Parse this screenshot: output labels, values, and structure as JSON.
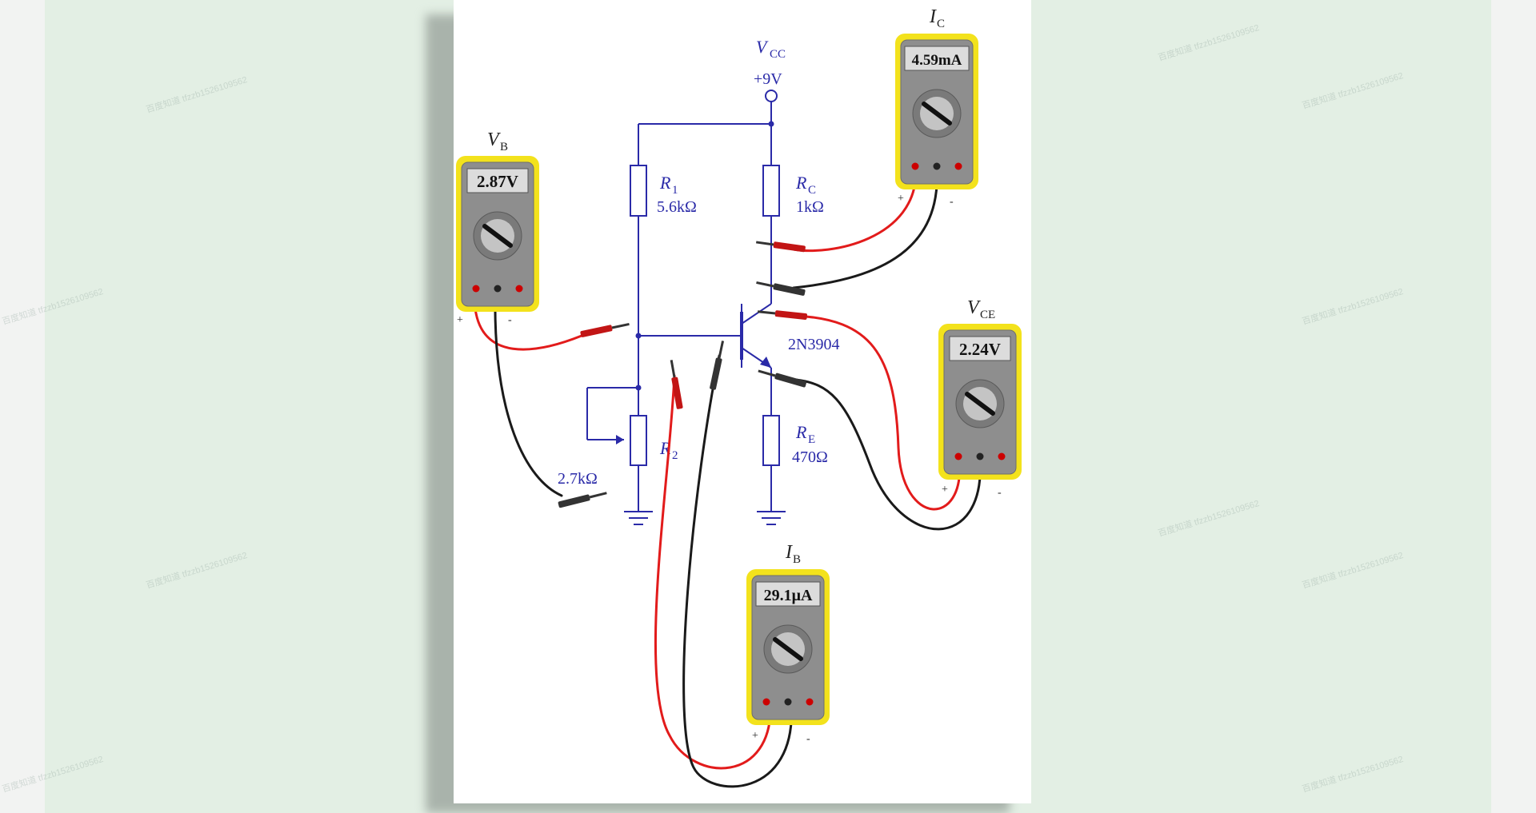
{
  "circuit": {
    "supply_label": "V",
    "supply_sub": "CC",
    "supply_value": "+9V",
    "r1_label": "R",
    "r1_sub": "1",
    "r1_value": "5.6kΩ",
    "rc_label": "R",
    "rc_sub": "C",
    "rc_value": "1kΩ",
    "r2_label": "R",
    "r2_sub": "2",
    "r2_value": "2.7kΩ",
    "re_label": "R",
    "re_sub": "E",
    "re_value": "470Ω",
    "transistor": "2N3904"
  },
  "meters": {
    "vb": {
      "name": "V",
      "sub": "B",
      "reading": "2.87V"
    },
    "ic": {
      "name": "I",
      "sub": "C",
      "reading": "4.59mA"
    },
    "vce": {
      "name": "V",
      "sub": "CE",
      "reading": "2.24V"
    },
    "ib": {
      "name": "I",
      "sub": "B",
      "reading": "29.1μA"
    }
  },
  "probe_signs": {
    "plus": "+",
    "minus": "-"
  },
  "watermark": "百度知道 tfzzb1526109562",
  "colors": {
    "wire": "#2a2aa8",
    "meter_body": "#f3e21c",
    "meter_face": "#8e8e8e",
    "lead_red": "#e21b1b",
    "lead_black": "#1a1a1a"
  }
}
